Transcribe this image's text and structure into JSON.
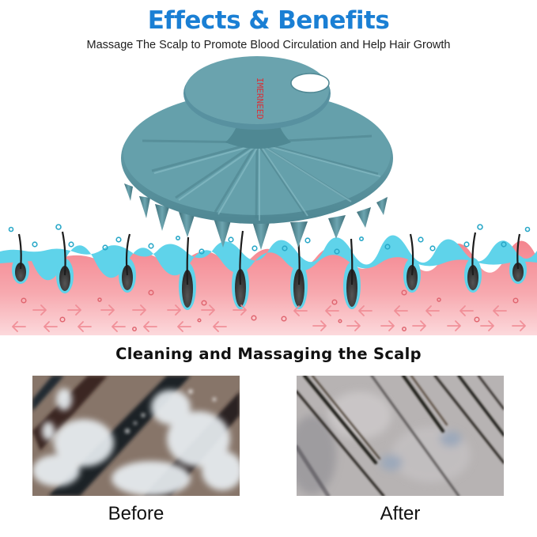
{
  "header": {
    "title": "Effects & Benefits",
    "subtitle": "Massage The Scalp to Promote Blood Circulation and Help Hair Growth"
  },
  "product": {
    "name": "scalp-massager-brush",
    "brand_text": "IMERNEED",
    "color": "#5d97a3",
    "brand_text_color": "#d8333a"
  },
  "diagram": {
    "skin_color": "#f58e96",
    "skin_light_color": "#fbd3d6",
    "water_layer_color": "#5fd3ea",
    "bubble_color": "#2aa8c8",
    "arrow_color": "#f29aa0",
    "hair_color": "#1c1c1c"
  },
  "section": {
    "heading": "Cleaning and Massaging the Scalp"
  },
  "comparison": {
    "before": {
      "label": "Before",
      "image": "scalp-with-dandruff-closeup"
    },
    "after": {
      "label": "After",
      "image": "clean-scalp-closeup"
    }
  },
  "colors": {
    "title_blue": "#1a7fd4",
    "text_dark": "#111111"
  }
}
